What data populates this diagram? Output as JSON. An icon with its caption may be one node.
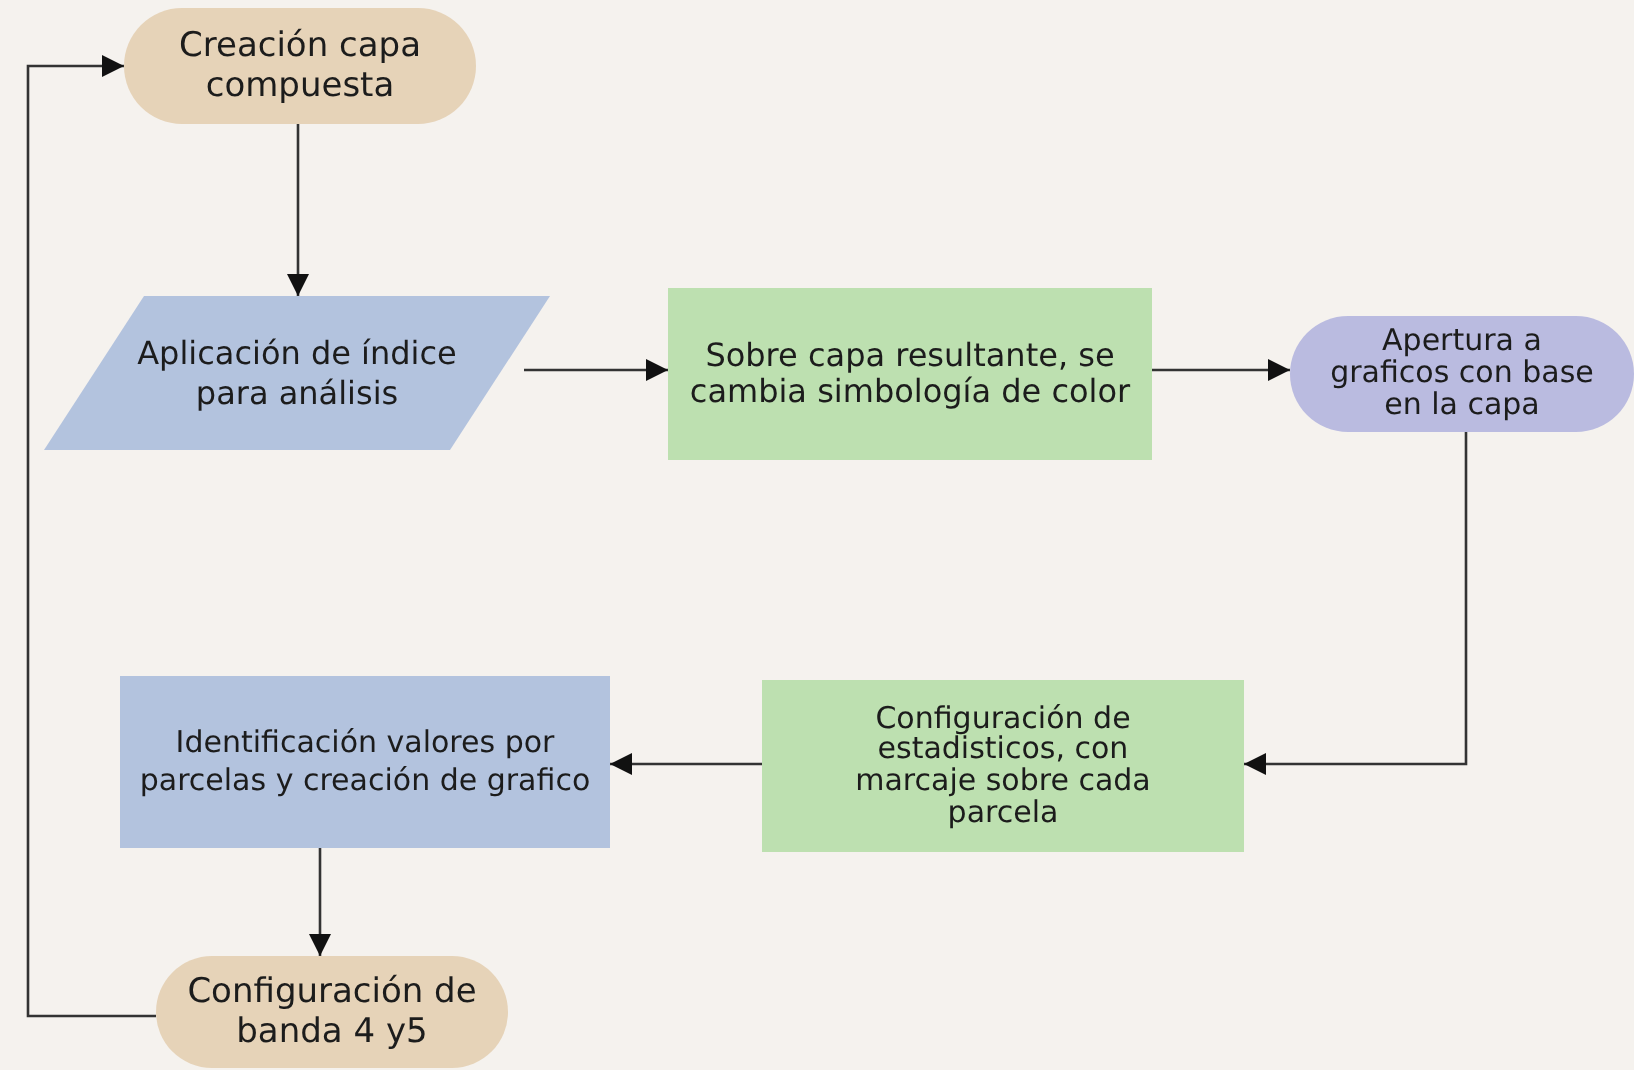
{
  "diagram": {
    "nodes": [
      {
        "text": [
          "Creación capa compuesta"
        ]
      },
      {
        "text": [
          "Aplicación de índice para análisis"
        ]
      },
      {
        "text": [
          "Sobre capa resultante, se cambia simbología de color"
        ]
      },
      {
        "text": [
          "Apertura a graficos con base en la capa"
        ]
      },
      {
        "text": [
          "Configuración de estadisticos, con marcaje sobre cada parcela"
        ]
      },
      {
        "text": [
          "Identificación valores por parcelas y creación de grafico"
        ]
      },
      {
        "text": [
          "Configuración de banda 4 y5"
        ]
      }
    ],
    "edges": [
      {
        "from": 0,
        "to": 1,
        "arrow": "to"
      },
      {
        "from": 1,
        "to": 2,
        "arrow": "to"
      },
      {
        "from": 2,
        "to": 3,
        "arrow": "to"
      },
      {
        "from": 3,
        "to": 4,
        "arrow": "to"
      },
      {
        "from": 4,
        "to": 5,
        "arrow": "to"
      },
      {
        "from": 5,
        "to": 6,
        "arrow": "to"
      },
      {
        "from": 6,
        "to": 0,
        "arrow": "to"
      }
    ]
  }
}
